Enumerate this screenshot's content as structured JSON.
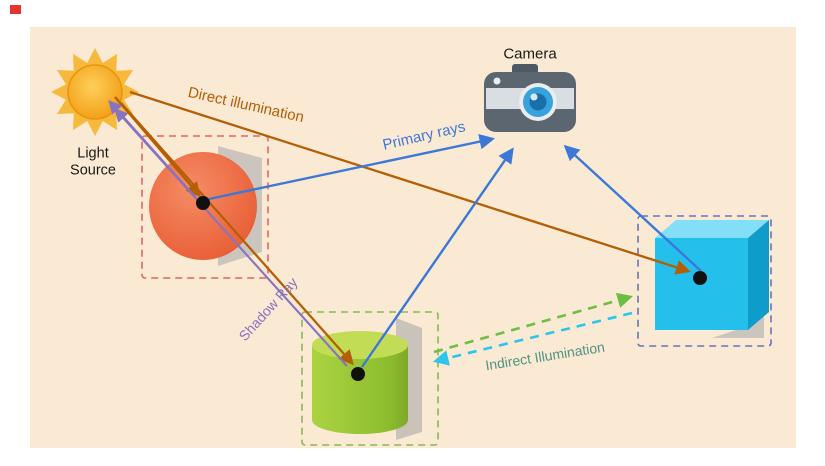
{
  "labels": {
    "camera": "Camera",
    "light_source_line1": "Light",
    "light_source_line2": "Source",
    "direct_illumination": "Direct illumination",
    "primary_rays": "Primary rays",
    "shadow_ray": "Shadow Ray",
    "indirect_illumination": "Indirect Illumination"
  },
  "colors": {
    "background": "#FAE9D3",
    "direct_arrow": "#B45F06",
    "primary_arrow": "#3C78D8",
    "shadow_arrow": "#8873C0",
    "indirect_green_arrow": "#6FBE44",
    "indirect_cyan_arrow": "#2BC5EE",
    "indirect_label": "#4F9482",
    "sun": "#F6B93B",
    "sphere": "#EC6744",
    "cylinder": "#9CCB3B",
    "cube_front": "#24BFEA",
    "sphere_box": "#E06666",
    "cylinder_box": "#84BB55",
    "cube_box": "#6674C0",
    "hit_point": "#111111"
  },
  "icons": {
    "sun": "sun-icon",
    "camera": "camera-icon"
  }
}
